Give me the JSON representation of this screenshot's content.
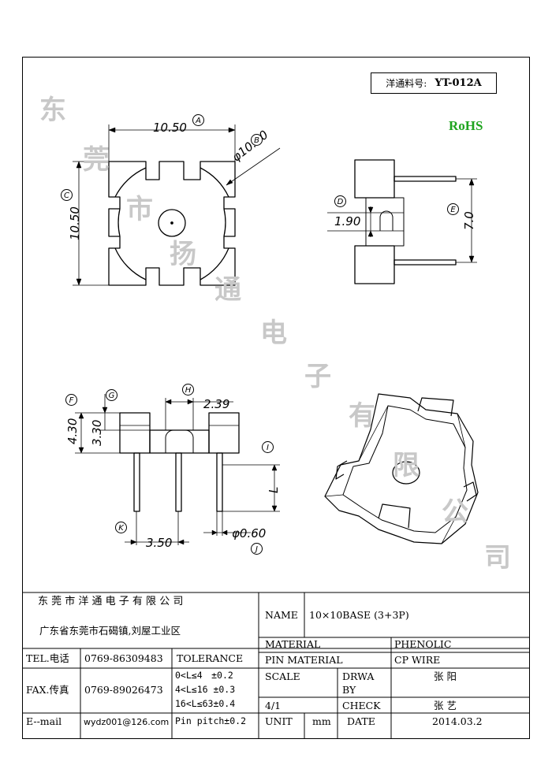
{
  "header": {
    "part_number_label": "洋通料号:",
    "part_number": "YT-012A",
    "rohs": "RoHS"
  },
  "watermark": [
    "东",
    "莞",
    "市",
    "扬",
    "通",
    "电",
    "子",
    "有",
    "限",
    "公",
    "司"
  ],
  "dimensions": {
    "a": "10.50",
    "b": "φ10.90",
    "c": "10.50",
    "d": "1.90",
    "e": "7.0",
    "f": "4.30",
    "g": "3.30",
    "h": "2.39",
    "i": "L",
    "j": "φ0.60",
    "k": "3.50"
  },
  "callouts": {
    "a": "A",
    "b": "B",
    "c": "C",
    "d": "D",
    "e": "E",
    "f": "F",
    "g": "G",
    "h": "H",
    "i": "I",
    "j": "J",
    "k": "K"
  },
  "title_block": {
    "company": "东 莞 市 洋 通 电 子 有 限 公 司",
    "address": "广东省东莞市石碣镇,刘屋工业区",
    "name_label": "NAME",
    "name_value": "10×10BASE (3+3P)",
    "material_label": "MATERIAL",
    "material_value": "PHENOLIC",
    "pin_material_label": "PIN MATERIAL",
    "pin_material_value": "CP WIRE",
    "tel_label": "TEL.电话",
    "tel_value": "0769-86309483",
    "tolerance_label": "TOLERANCE",
    "fax_label": "FAX.传真",
    "fax_value": "0769-89026473",
    "tolerances": [
      "0<L≤4　±0.2",
      "4<L≤16 ±0.3",
      "16<L≤63±0.4",
      "Pin pitch±0.2"
    ],
    "scale_label": "SCALE",
    "scale_value": "4/1",
    "drawn_by_label_1": "DRWA",
    "drawn_by_label_2": "BY",
    "drawn_by_value": "张 阳",
    "check_label": "CHECK",
    "check_value": "张 艺",
    "email_label": "E--mail",
    "email_value": "wydz001@126.com",
    "unit_label": "UNIT",
    "unit_value": "mm",
    "date_label": "DATE",
    "date_value": "2014.03.2"
  }
}
